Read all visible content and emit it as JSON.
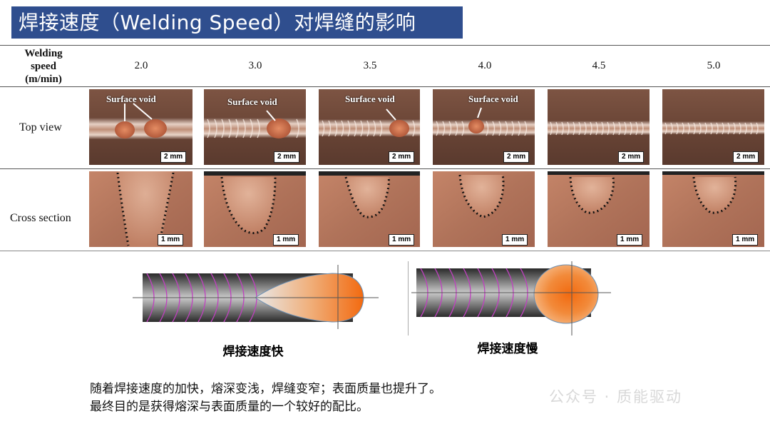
{
  "title": "焊接速度（Welding Speed）对焊缝的影响",
  "table": {
    "header_label_line1": "Welding",
    "header_label_line2": "speed",
    "header_label_line3": "(m/min)",
    "speeds": [
      "2.0",
      "3.0",
      "3.5",
      "4.0",
      "4.5",
      "5.0"
    ],
    "row_top_label": "Top view",
    "row_cross_label": "Cross section",
    "surface_void_label": "Surface void",
    "top_scale": "2 mm",
    "cross_scale": "1 mm"
  },
  "diagrams": {
    "fast_caption": "焊接速度快",
    "slow_caption": "焊接速度慢"
  },
  "body": {
    "line1": "随着焊接速度的加快，熔深变浅，焊缝变窄；表面质量也提升了。",
    "line2": "最终目的是获得熔深与表面质量的一个较好的配比。"
  },
  "watermark": "公众号 · 质能驱动",
  "colors": {
    "title_bg": "#2f4e8e",
    "pool_orange": "#f07a1e",
    "weld_copper": "#b8775a"
  }
}
